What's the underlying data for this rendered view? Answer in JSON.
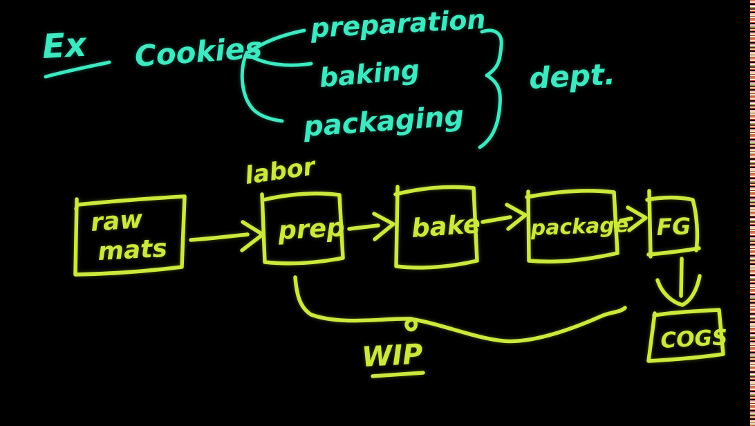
{
  "meta": {
    "background_color": "#000000",
    "ink_cyan": "#3de9c0",
    "ink_yellow": "#cbe93c",
    "style": "hand-drawn marker on black whiteboard (lecture video frame)"
  },
  "example": {
    "label": "Ex",
    "subject": "Cookies",
    "departments": [
      "preparation",
      "baking",
      "packaging"
    ],
    "brace_caption": "dept."
  },
  "flow": {
    "labor_label": "labor",
    "nodes": [
      {
        "id": "raw-mats",
        "line1": "raw",
        "line2": "mats"
      },
      {
        "id": "prep",
        "label": "prep"
      },
      {
        "id": "bake",
        "label": "bake"
      },
      {
        "id": "package",
        "label": "package"
      },
      {
        "id": "fg",
        "label": "FG"
      },
      {
        "id": "cogs",
        "label": "COGS"
      }
    ],
    "wip_label": "WIP"
  }
}
